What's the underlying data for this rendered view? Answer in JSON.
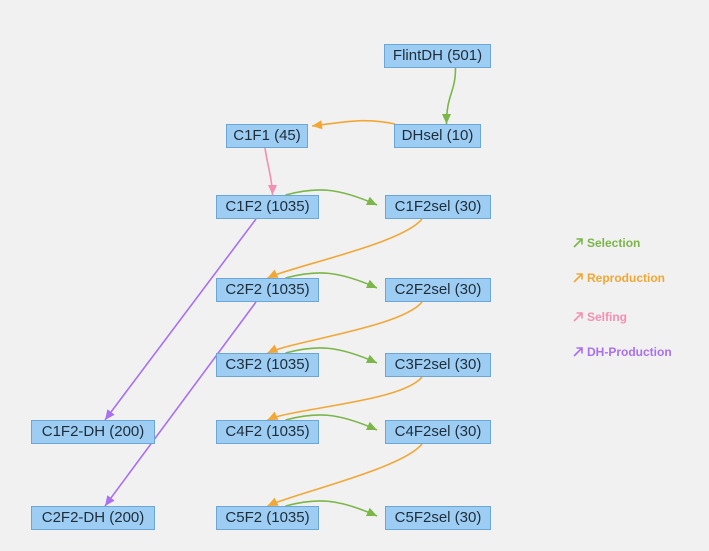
{
  "nodes": [
    {
      "id": "flintdh",
      "label": "FlintDH (501)"
    },
    {
      "id": "dhsel",
      "label": "DHsel (10)"
    },
    {
      "id": "c1f1",
      "label": "C1F1 (45)"
    },
    {
      "id": "c1f2",
      "label": "C1F2 (1035)"
    },
    {
      "id": "c1f2sel",
      "label": "C1F2sel (30)"
    },
    {
      "id": "c2f2",
      "label": "C2F2 (1035)"
    },
    {
      "id": "c2f2sel",
      "label": "C2F2sel (30)"
    },
    {
      "id": "c3f2",
      "label": "C3F2 (1035)"
    },
    {
      "id": "c3f2sel",
      "label": "C3F2sel (30)"
    },
    {
      "id": "c4f2",
      "label": "C4F2 (1035)"
    },
    {
      "id": "c4f2sel",
      "label": "C4F2sel (30)"
    },
    {
      "id": "c5f2",
      "label": "C5F2 (1035)"
    },
    {
      "id": "c5f2sel",
      "label": "C5F2sel (30)"
    },
    {
      "id": "c1f2dh",
      "label": "C1F2-DH (200)"
    },
    {
      "id": "c2f2dh",
      "label": "C2F2-DH (200)"
    }
  ],
  "edges": [
    {
      "from": "flintdh",
      "to": "dhsel",
      "type": "selection"
    },
    {
      "from": "dhsel",
      "to": "c1f1",
      "type": "reproduction"
    },
    {
      "from": "c1f1",
      "to": "c1f2",
      "type": "selfing"
    },
    {
      "from": "c1f2",
      "to": "c1f2sel",
      "type": "selection"
    },
    {
      "from": "c1f2sel",
      "to": "c2f2",
      "type": "reproduction"
    },
    {
      "from": "c2f2",
      "to": "c2f2sel",
      "type": "selection"
    },
    {
      "from": "c2f2sel",
      "to": "c3f2",
      "type": "reproduction"
    },
    {
      "from": "c3f2",
      "to": "c3f2sel",
      "type": "selection"
    },
    {
      "from": "c3f2sel",
      "to": "c4f2",
      "type": "reproduction"
    },
    {
      "from": "c4f2",
      "to": "c4f2sel",
      "type": "selection"
    },
    {
      "from": "c4f2sel",
      "to": "c5f2",
      "type": "reproduction"
    },
    {
      "from": "c5f2",
      "to": "c5f2sel",
      "type": "selection"
    },
    {
      "from": "c1f2",
      "to": "c1f2dh",
      "type": "dh-production"
    },
    {
      "from": "c2f2",
      "to": "c2f2dh",
      "type": "dh-production"
    }
  ],
  "legend": [
    {
      "key": "selection",
      "label": "Selection",
      "color": "#7ab648",
      "icon": "arrow-up-right-icon"
    },
    {
      "key": "reproduction",
      "label": "Reproduction",
      "color": "#f2a735",
      "icon": "arrow-up-right-icon"
    },
    {
      "key": "selfing",
      "label": "Selfing",
      "color": "#f48fb1",
      "icon": "arrow-up-right-icon"
    },
    {
      "key": "dh-production",
      "label": "DH-Production",
      "color": "#a970f0",
      "icon": "arrow-up-right-icon"
    }
  ]
}
